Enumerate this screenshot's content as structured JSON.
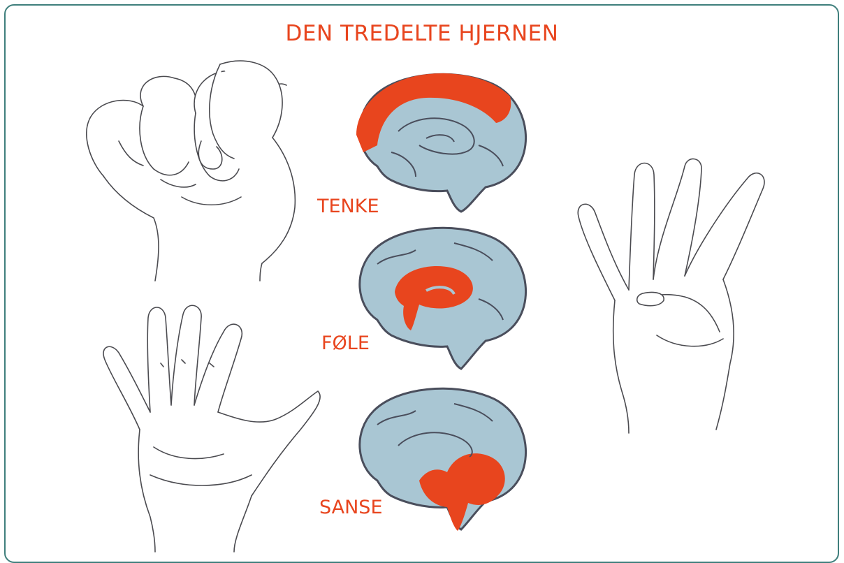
{
  "title": "DEN TREDELTE HJERNEN",
  "labels": [
    "TENKE",
    "FØLE",
    "SANSE"
  ],
  "colors": {
    "accent": "#e8451e",
    "brain": "#a9c6d3",
    "outline": "#4a4e5c",
    "frame": "#3f7f7c"
  },
  "icons": [
    "fist-hand-icon",
    "open-hand-icon",
    "four-fingers-hand-icon",
    "brain-icon"
  ]
}
